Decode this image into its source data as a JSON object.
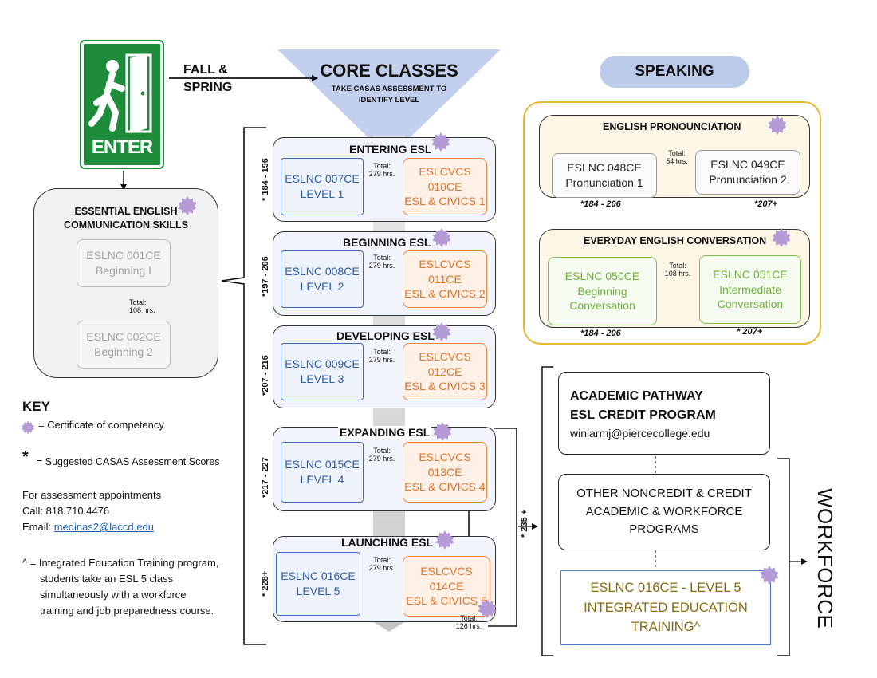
{
  "enter_sign": {
    "label": "ENTER"
  },
  "fall_spring": {
    "line1": "FALL &",
    "line2": "SPRING"
  },
  "core": {
    "title": "CORE CLASSES",
    "subtitle1": "TAKE CASAS ASSESSMENT TO",
    "subtitle2": "IDENTIFY LEVEL"
  },
  "levels": [
    {
      "title": "ENTERING ESL",
      "score": "* 184 - 196",
      "left": [
        "ESLNC 007CE",
        "LEVEL  1"
      ],
      "right": [
        "ESLCVCS 010CE",
        "ESL & CIVICS 1"
      ],
      "total1": "Total:",
      "total2": "279 hrs."
    },
    {
      "title": "BEGINNING ESL",
      "score": "*197 - 206",
      "left": [
        "ESLNC 008CE",
        "LEVEL 2"
      ],
      "right": [
        "ESLCVCS 011CE",
        "ESL & CIVICS 2"
      ],
      "total1": "Total:",
      "total2": "279 hrs."
    },
    {
      "title": "DEVELOPING ESL",
      "score": "*207 - 216",
      "left": [
        "ESLNC 009CE",
        "LEVEL 3"
      ],
      "right": [
        "ESLCVCS 012CE",
        "ESL & CIVICS 3"
      ],
      "total1": "Total:",
      "total2": "279 hrs."
    },
    {
      "title": "EXPANDING ESL",
      "score": "*217 - 227",
      "left": [
        "ESLNC 015CE",
        "LEVEL 4"
      ],
      "right": [
        "ESLCVCS 013CE",
        "ESL & CIVICS 4"
      ],
      "total1": "Total:",
      "total2": "279 hrs."
    },
    {
      "title": "LAUNCHING ESL",
      "score": "* 228+",
      "left": [
        "ESLNC 016CE",
        "LEVEL 5"
      ],
      "right": [
        "ESLCVCS 014CE",
        "ESL & CIVICS 5"
      ],
      "total1": "Total:",
      "total2": "279 hrs."
    }
  ],
  "launching_total": {
    "line1": "Total:",
    "line2": "126 hrs."
  },
  "score_235": "* 235 +",
  "essential": {
    "title1": "ESSENTIAL ENGLISH",
    "title2": "COMMUNICATION SKILLS",
    "box1": [
      "ESLNC 001CE",
      "Beginning I"
    ],
    "box2": [
      "ESLNC 002CE",
      "Beginning 2"
    ],
    "total1": "Total:",
    "total2": "108 hrs."
  },
  "speaking": {
    "pill": "SPEAKING",
    "pronunciation": {
      "title": "ENGLISH PRONOUNCIATION",
      "box1": [
        "ESLNC 048CE",
        "Pronunciation 1"
      ],
      "box2": [
        "ESLNC 049CE",
        "Pronunciation 2"
      ],
      "total1": "Total:",
      "total2": "54 hrs.",
      "score1": "*184 - 206",
      "score2": "*207+"
    },
    "conversation": {
      "title": "EVERYDAY ENGLISH CONVERSATION",
      "box1": [
        "ESLNC 050CE",
        "Beginning",
        "Conversation"
      ],
      "box2": [
        "ESLNC 051CE",
        "Intermediate",
        "Conversation"
      ],
      "total1": "Total:",
      "total2": "108 hrs.",
      "score1": "*184 - 206",
      "score2": "* 207+"
    }
  },
  "academic": {
    "line1": "ACADEMIC PATHWAY",
    "line2": "ESL CREDIT PROGRAM",
    "email": "winiarmj@piercecollege.edu"
  },
  "other": {
    "line1": "OTHER NONCREDIT & CREDIT",
    "line2": "ACADEMIC & WORKFORCE",
    "line3": "PROGRAMS"
  },
  "iet": {
    "line1a": "ESLNC 016CE - ",
    "line1b": "LEVEL 5",
    "line2": "INTEGRATED EDUCATION",
    "line3": "TRAINING^"
  },
  "workforce": "WORKFORCE",
  "key": {
    "title": "KEY",
    "cert": "= Certificate of competency",
    "star": "*",
    "casas": "= Suggested CASAS Assessment Scores",
    "appt": "For assessment appointments",
    "call": "Call: 818.710.4476",
    "email_label": "Email: ",
    "email": "medinas2@laccd.edu",
    "iet1": "^ = Integrated Education Training program,",
    "iet2": "students take an ESL 5 class",
    "iet3": "simultaneously with a workforce",
    "iet4": "training and job preparedness course."
  },
  "colors": {
    "blue": "#3c6db4",
    "orange": "#e8833a",
    "green": "#7dbb4c",
    "gold": "#e8b830",
    "purple": "#b49bd6",
    "enter_green": "#1e8c3a"
  }
}
